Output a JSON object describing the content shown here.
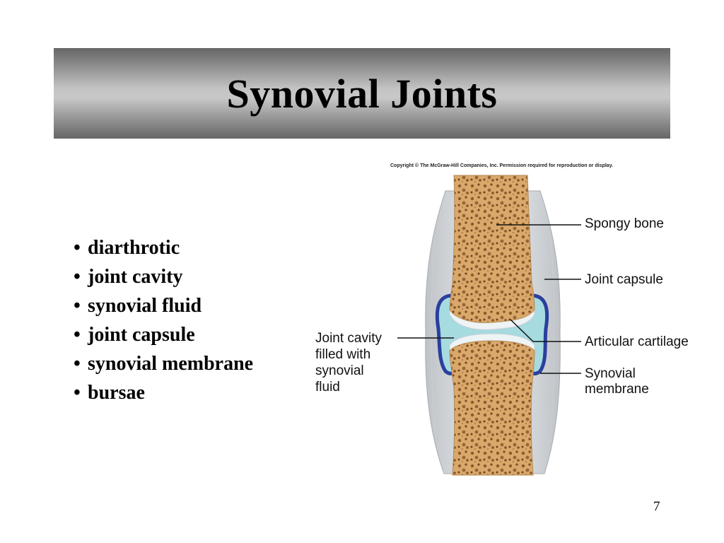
{
  "slide": {
    "title": "Synovial Joints",
    "bullets": [
      "diarthrotic",
      "joint cavity",
      "synovial fluid",
      "joint capsule",
      "synovial membrane",
      "bursae"
    ],
    "bullet_glyph": "•",
    "page_number": "7"
  },
  "diagram": {
    "copyright": "Copyright © The McGraw-Hill Companies, Inc. Permission required for reproduction or display.",
    "labels": {
      "spongy_bone": "Spongy bone",
      "joint_capsule": "Joint capsule",
      "articular_cartilage": "Articular cartilage",
      "synovial_membrane_1": "Synovial",
      "synovial_membrane_2": "membrane",
      "joint_cavity_1": "Joint cavity",
      "joint_cavity_2": "filled with",
      "joint_cavity_3": "synovial",
      "joint_cavity_4": "fluid"
    },
    "colors": {
      "bone": "#d9a86a",
      "cartilage": "#eef3f5",
      "synovial_fluid": "#a6dbe0",
      "synovial_membrane": "#2a3f9e",
      "capsule": "#d8dadd"
    }
  }
}
